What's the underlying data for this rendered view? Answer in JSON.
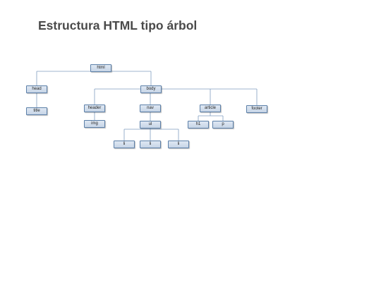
{
  "title": "Estructura HTML tipo árbol",
  "tree": {
    "html": "html",
    "head": "head",
    "title": "title",
    "body": "body",
    "header": "header",
    "img": "img",
    "nav": "nav",
    "ul": "ul",
    "li_1": "li",
    "li_2": "li",
    "li_3": "li",
    "article": "article",
    "h1": "h1",
    "p": "p",
    "footer": "footer"
  },
  "colors": {
    "line": "#7f9cbf",
    "node_border": "#5b7fa8",
    "node_fill": "#d3deec",
    "title_text": "#4a4a4a"
  }
}
